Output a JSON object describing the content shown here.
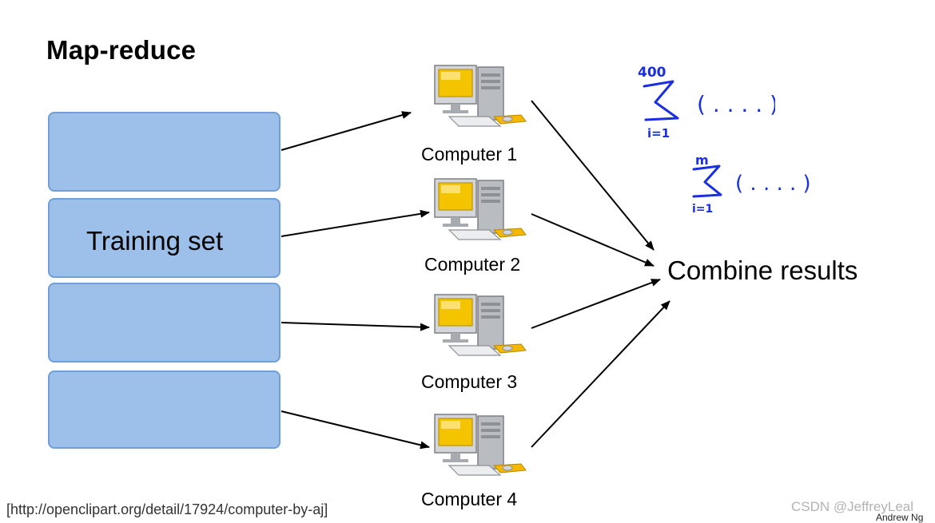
{
  "title": "Map-reduce",
  "training_set_label": "Training set",
  "computers": [
    {
      "label": "Computer 1"
    },
    {
      "label": "Computer 2"
    },
    {
      "label": "Computer 3"
    },
    {
      "label": "Computer 4"
    }
  ],
  "combine_label": "Combine results",
  "formulas": [
    {
      "upper": "400",
      "lower": "i=1",
      "body": "( . . . . )"
    },
    {
      "upper": "m",
      "lower": "i=1",
      "body": "( . . . . )"
    }
  ],
  "source_note": "[http://openclipart.org/detail/17924/computer-by-aj]",
  "watermark": "CSDN @JeffreyLeal",
  "author": "Andrew Ng",
  "colors": {
    "block_fill": "#9cc0ea",
    "block_border": "#6f9ed8",
    "ink_blue": "#1a2fe0",
    "screen_yellow": "#f5c400"
  },
  "icons": [
    "desktop-computer-icon"
  ]
}
